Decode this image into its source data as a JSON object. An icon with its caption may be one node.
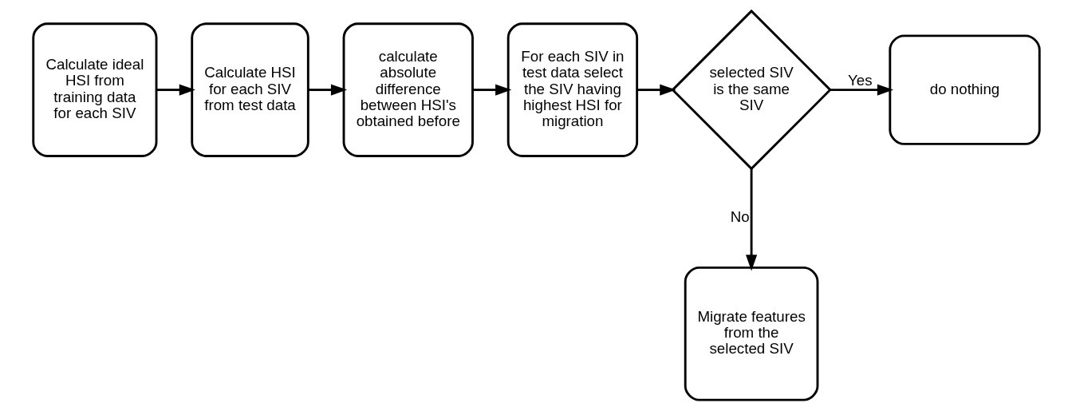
{
  "diagram": {
    "nodes": [
      {
        "text": [
          "Calculate ideal HSI from training data for each SIV"
        ]
      },
      {
        "text": [
          "Calculate HSI for each SIV from test data"
        ]
      },
      {
        "text": [
          "calculate absolute difference between HSI's obtained before"
        ]
      },
      {
        "text": [
          "For each SIV in test data select the SIV having highest HSI for migration"
        ]
      },
      {
        "text": [
          "selected SIV is the same SIV"
        ]
      },
      {
        "text": [
          "do nothing"
        ]
      },
      {
        "text": [
          "Migrate features from the selected SIV"
        ]
      }
    ],
    "edges": [
      {
        "from": 0,
        "to": 1,
        "arrow": "to"
      },
      {
        "from": 1,
        "to": 2,
        "arrow": "to"
      },
      {
        "from": 2,
        "to": 3,
        "arrow": "to"
      },
      {
        "from": 3,
        "to": 4,
        "arrow": "to"
      },
      {
        "from": 4,
        "to": 5,
        "arrow": "to",
        "label": "Yes"
      },
      {
        "from": 4,
        "to": 6,
        "arrow": "to",
        "label": "No"
      }
    ]
  }
}
